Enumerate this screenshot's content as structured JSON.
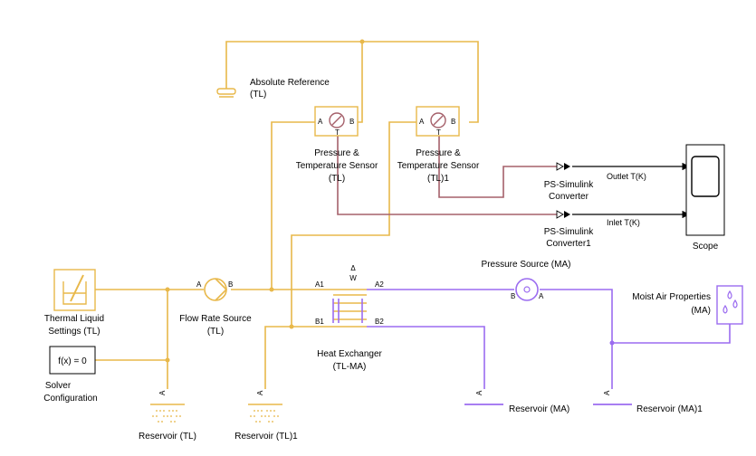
{
  "colors": {
    "thermal_liquid": "#e8b84a",
    "moist_air": "#9b6cf0",
    "physical_signal": "#a5606a",
    "simulink_signal": "#000000",
    "block_border": "#e8b84a"
  },
  "blocks": {
    "absolute_reference": {
      "line1": "Absolute Reference",
      "line2": "(TL)"
    },
    "pt_sensor": {
      "line1": "Pressure &",
      "line2": "Temperature Sensor",
      "line3": "(TL)",
      "port_a": "A",
      "port_b": "B",
      "port_t": "T"
    },
    "pt_sensor1": {
      "line1": "Pressure &",
      "line2": "Temperature Sensor",
      "line3": "(TL)1",
      "port_a": "A",
      "port_b": "B",
      "port_t": "T"
    },
    "ps_converter": {
      "line1": "PS-Simulink",
      "line2": "Converter"
    },
    "ps_converter1": {
      "line1": "PS-Simulink",
      "line2": "Converter1"
    },
    "scope": {
      "label": "Scope"
    },
    "thermal_liquid_settings": {
      "line1": "Thermal Liquid",
      "line2": "Settings (TL)"
    },
    "flow_rate_source": {
      "line1": "Flow Rate Source",
      "line2": "(TL)",
      "port_a": "A",
      "port_b": "B"
    },
    "heat_exchanger": {
      "line1": "Heat Exchanger",
      "line2": "(TL-MA)",
      "port_a1": "A1",
      "port_a2": "A2",
      "port_b1": "B1",
      "port_b2": "B2",
      "port_w": "W",
      "delta": "Δ"
    },
    "pressure_source": {
      "label": "Pressure Source (MA)",
      "port_a": "A",
      "port_b": "B"
    },
    "moist_air_properties": {
      "line1": "Moist Air Properties",
      "line2": "(MA)"
    },
    "solver_configuration": {
      "text": "f(x) = 0",
      "line1": "Solver",
      "line2": "Configuration"
    },
    "reservoir_tl": {
      "label": "Reservoir (TL)",
      "port": "A"
    },
    "reservoir_tl1": {
      "label": "Reservoir (TL)1",
      "port": "A"
    },
    "reservoir_ma": {
      "label": "Reservoir (MA)",
      "port": "A"
    },
    "reservoir_ma1": {
      "label": "Reservoir (MA)1",
      "port": "A"
    }
  },
  "signals": {
    "outlet": "Outlet T(K)",
    "inlet": "Inlet T(K)"
  }
}
